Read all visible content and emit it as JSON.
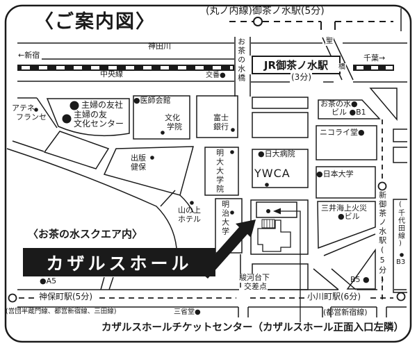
{
  "colors": {
    "ink": "#1a1a1a",
    "paper": "#ffffff",
    "banner_bg": "#1a1a1a",
    "banner_text": "#ffffff"
  },
  "header": {
    "title": "〈ご案内図〉"
  },
  "rail": {
    "shinjuku": "←新宿",
    "kanda_river": "神田川",
    "chuo_line": "中央線",
    "chiba": "千葉→",
    "jr_station": "JR御茶ノ水駅",
    "jr_walk": "(3分)",
    "ochanomizu_bridge": "お茶の水橋",
    "hijiri_1": "聖",
    "hijiri_2": "橋",
    "koban": "交番●"
  },
  "subway": {
    "marunouchi": "(丸ノ内線)御茶ノ水駅(5分)",
    "shin_ochanomizu": "新御茶ノ水駅(5分)",
    "chiyoda_line": "(千代田線)",
    "exit_b3": "B3",
    "exit_b5": "B5 ●",
    "exit_a5": "●A5",
    "jimbocho": "神保町駅(5分)",
    "jimbocho_lines": "(営団半蔵門線、都営新宿線、三田線)",
    "ogawamachi": "小川町駅(6分)",
    "ogawamachi_line": "(都営新宿線)"
  },
  "places": {
    "athenee_1": "アテネ",
    "athenee_2": "フランセ",
    "shufunotomo_sha": "主婦の友社",
    "shufu_bunka_1": "主婦の友",
    "shufu_bunka_2": "文化センター",
    "ishi_kaikan": "●医師会館",
    "bunka_gakuin_1": "文化",
    "bunka_gakuin_2": "学院",
    "shuppan_kenpo_1": "出版",
    "shuppan_kenpo_2": "健保",
    "fuji_bank_1": "富士",
    "fuji_bank_2": "銀行",
    "meidai_daigakuin": "明大大学院",
    "nichidai_hospital": "●日大病院",
    "ywca": "YWCA",
    "nihon_univ": "●日本大学",
    "nikolai_do": "ニコライ堂●",
    "ochanomizu_bldg_1": "お茶の水●",
    "ochanomizu_bldg_2": "ビル ●B1",
    "mitsui_1": "三井海上火災",
    "mitsui_2": "●ビル",
    "meiji_univ": "明治大学",
    "yamanoue_1": "山の上",
    "yamanoue_2": "ホテル",
    "sanseido": "三省堂●",
    "surugadai_1": "駿河台下",
    "surugadai_2": "交差点"
  },
  "casals": {
    "square_note": "〈お茶の水スクエア内〉",
    "hall_name": "カザルスホール",
    "caption": "カザルスホールチケットセンター（カザルスホール正面入口左隣）"
  }
}
